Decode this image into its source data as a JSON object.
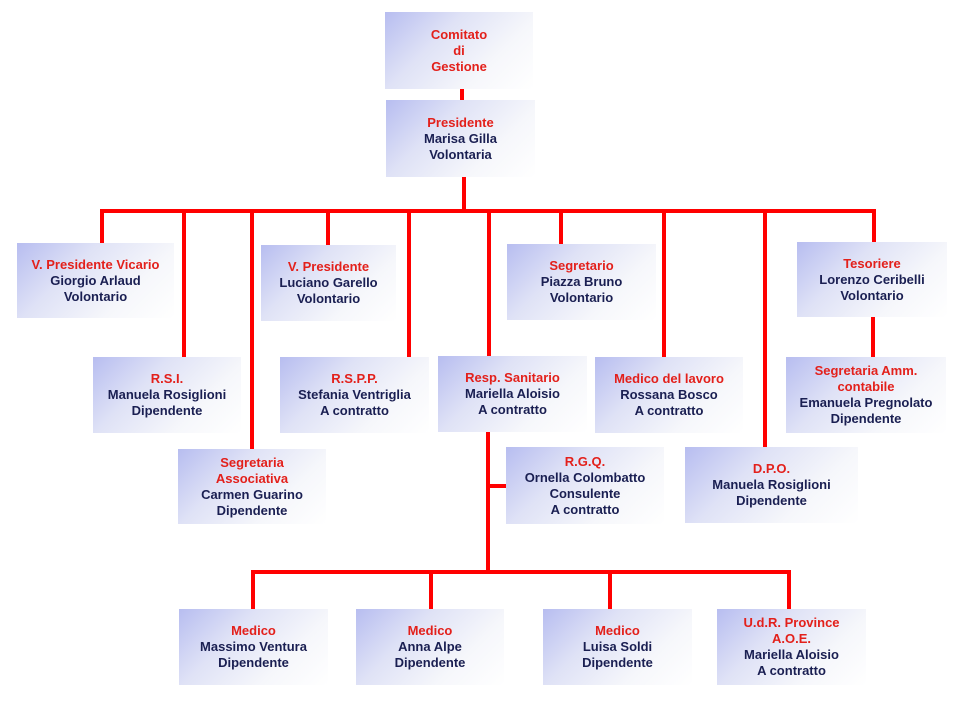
{
  "colors": {
    "line": "#ff0000",
    "title": "#e3201b",
    "text": "#1a1f52"
  },
  "nodes": {
    "comitato": {
      "title_lines": [
        "Comitato",
        "di",
        "Gestione"
      ],
      "lines": []
    },
    "presidente": {
      "title_lines": [
        "Presidente"
      ],
      "lines": [
        "Marisa Gilla",
        "Volontaria"
      ]
    },
    "vp_vicario": {
      "title_lines": [
        "V. Presidente Vicario"
      ],
      "lines": [
        "Giorgio Arlaud",
        "Volontario"
      ]
    },
    "vp": {
      "title_lines": [
        "V. Presidente"
      ],
      "lines": [
        "Luciano Garello",
        "Volontario"
      ]
    },
    "segretario": {
      "title_lines": [
        "Segretario"
      ],
      "lines": [
        "Piazza Bruno",
        "Volontario"
      ]
    },
    "tesoriere": {
      "title_lines": [
        "Tesoriere"
      ],
      "lines": [
        "Lorenzo Ceribelli",
        "Volontario"
      ]
    },
    "rsi": {
      "title_lines": [
        "R.S.I."
      ],
      "lines": [
        "Manuela Rosiglioni",
        "Dipendente"
      ]
    },
    "rspp": {
      "title_lines": [
        "R.S.P.P."
      ],
      "lines": [
        "Stefania Ventriglia",
        "A contratto"
      ]
    },
    "resp_sanitario": {
      "title_lines": [
        "Resp. Sanitario"
      ],
      "lines": [
        "Mariella Aloisio",
        "A contratto"
      ]
    },
    "medico_lavoro": {
      "title_lines": [
        "Medico del lavoro"
      ],
      "lines": [
        "Rossana Bosco",
        "A contratto"
      ]
    },
    "segr_amm": {
      "title_lines": [
        "Segretaria Amm.",
        "contabile"
      ],
      "lines": [
        "Emanuela Pregnolato",
        "Dipendente"
      ]
    },
    "segr_assoc": {
      "title_lines": [
        "Segretaria",
        "Associativa"
      ],
      "lines": [
        "Carmen Guarino",
        "Dipendente"
      ]
    },
    "rgq": {
      "title_lines": [
        "R.G.Q."
      ],
      "lines": [
        "Ornella Colombatto",
        "Consulente",
        "A contratto"
      ]
    },
    "dpo": {
      "title_lines": [
        "D.P.O."
      ],
      "lines": [
        "Manuela Rosiglioni",
        "Dipendente"
      ]
    },
    "medico1": {
      "title_lines": [
        "Medico"
      ],
      "lines": [
        "Massimo Ventura",
        "Dipendente"
      ]
    },
    "medico2": {
      "title_lines": [
        "Medico"
      ],
      "lines": [
        "Anna Alpe",
        "Dipendente"
      ]
    },
    "medico3": {
      "title_lines": [
        "Medico"
      ],
      "lines": [
        "Luisa Soldi",
        "Dipendente"
      ]
    },
    "udr": {
      "title_lines": [
        "U.d.R. Province",
        "A.O.E."
      ],
      "lines": [
        "Mariella Aloisio",
        "A contratto"
      ]
    }
  }
}
